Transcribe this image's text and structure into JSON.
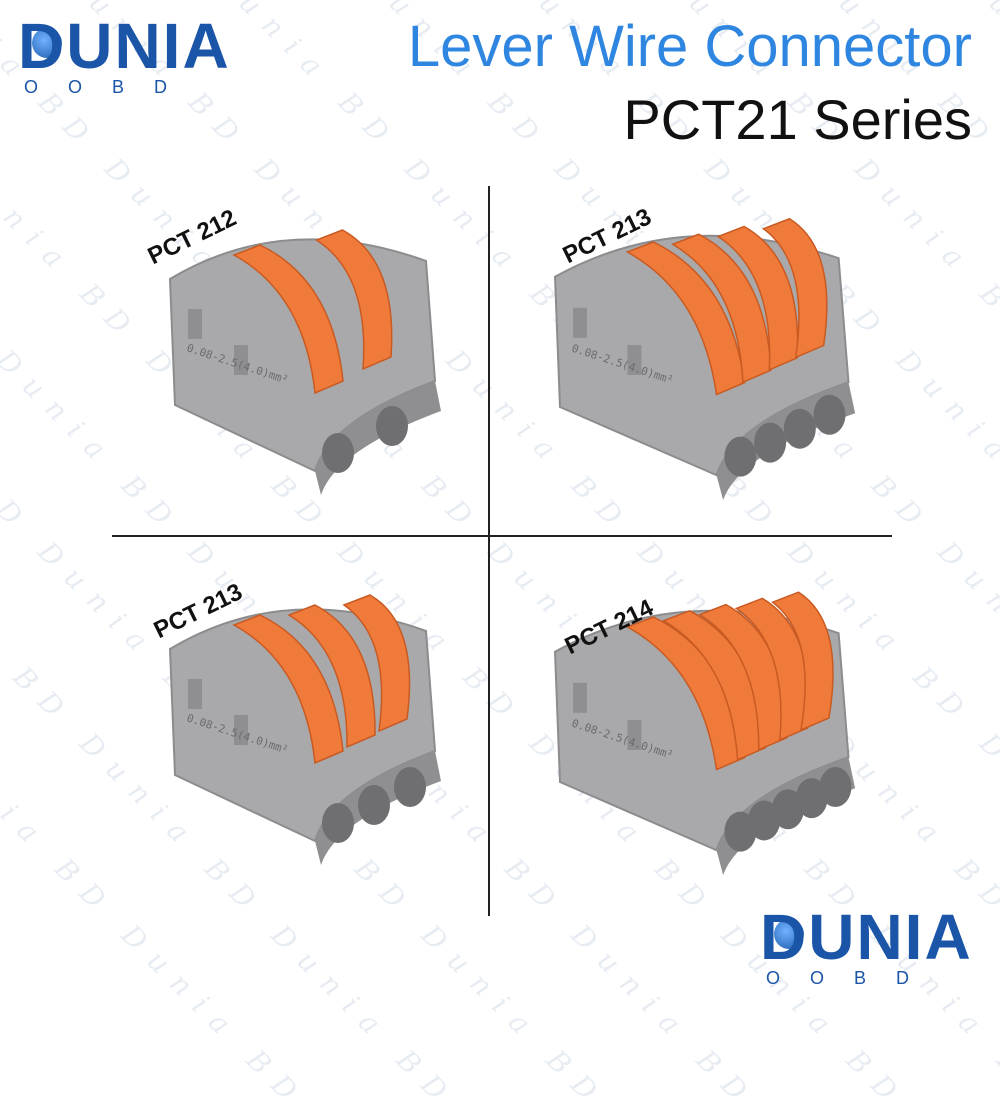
{
  "header": {
    "logo_word": "DUNIA",
    "logo_sub": "OOBD",
    "title": "Lever Wire Connector",
    "subtitle": "PCT21 Series"
  },
  "watermark": "Dunia BD",
  "products": [
    {
      "label": "PCT 212",
      "levers": 2,
      "spec": "0.08-2.5(4.0)mm²"
    },
    {
      "label": "PCT 213",
      "levers": 4,
      "spec": "0.08-2.5(4.0)mm²"
    },
    {
      "label": "PCT 213",
      "levers": 3,
      "spec": "0.08-2.5(4.0)mm²"
    },
    {
      "label": "PCT 214",
      "levers": 5,
      "spec": "0.08-2.5(4.0)mm²"
    }
  ],
  "footer": {
    "logo_word": "DUNIA",
    "logo_sub": "OOBD"
  },
  "colors": {
    "brand_blue": "#1a55a8",
    "title_blue": "#2f86e0",
    "lever_orange": "#f07a3a",
    "housing_gray": "#a9a9ab"
  }
}
